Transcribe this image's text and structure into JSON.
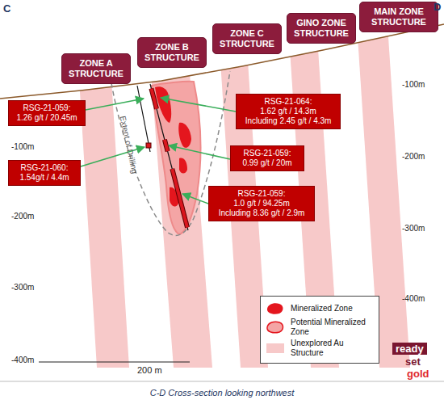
{
  "diagram": {
    "caption": "C-D Cross-section looking northwest",
    "nodes": [
      {
        "text": [
          "ZONE A STRUCTURE"
        ]
      },
      {
        "text": [
          "ZONE B STRUCTURE"
        ]
      },
      {
        "text": [
          "ZONE C STRUCTURE"
        ]
      },
      {
        "text": [
          "GINO ZONE STRUCTURE"
        ]
      },
      {
        "text": [
          "MAIN ZONE STRUCTURE"
        ]
      },
      {
        "text": [
          "RSG-21-059:",
          "1.26 g/t / 20.45m"
        ]
      },
      {
        "text": [
          "RSG-21-064:",
          "1.62 g/t / 14.3m",
          "Including 2.45 g/t / 4.3m"
        ]
      },
      {
        "text": [
          "RSG-21-059:",
          "0.99 g/t / 20m"
        ]
      },
      {
        "text": [
          "RSG-21-060:",
          "1.54g/t / 4.4m"
        ]
      },
      {
        "text": [
          "RSG-21-059:",
          "1.0 g/t / 94.25m",
          "Including 8.36 g/t / 2.9m"
        ]
      }
    ],
    "labels": [
      "C",
      "D",
      "-100m",
      "-200m",
      "-300m",
      "-400m",
      "-100m",
      "-200m",
      "-300m",
      "-400m",
      "Extent of Drilling",
      "200 m",
      "ready",
      "set",
      "gold"
    ],
    "legend": [
      {
        "text": "Mineralized Zone",
        "color": "#e4161e"
      },
      {
        "text": "Potential Mineralized Zone",
        "color": "#f4a5a5"
      },
      {
        "text": "Unexplored Au Structure",
        "color": "#f7c9c9"
      }
    ]
  }
}
